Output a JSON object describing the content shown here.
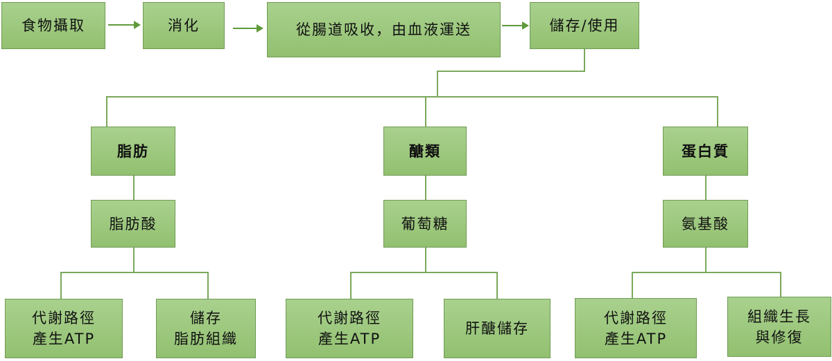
{
  "flow": {
    "step1": "食物攝取",
    "step2": "消化",
    "step3": "從腸道吸收，由血液運送",
    "step4": "儲存/使用"
  },
  "fat": {
    "title": "脂肪",
    "product": "脂肪酸",
    "use1_line1": "代謝路徑",
    "use1_line2": "產生ATP",
    "use2_line1": "儲存",
    "use2_line2": "脂肪組織"
  },
  "carb": {
    "title": "醣類",
    "product": "葡萄糖",
    "use1_line1": "代謝路徑",
    "use1_line2": "產生ATP",
    "use2": "肝醣儲存"
  },
  "protein": {
    "title": "蛋白質",
    "product": "氨基酸",
    "use1_line1": "代謝路徑",
    "use1_line2": "產生ATP",
    "use2_line1": "組織生長",
    "use2_line2": "與修復"
  },
  "colors": {
    "box_fill": "#a9d18e",
    "box_border": "#6f9a52",
    "connector": "#7aa85b"
  }
}
